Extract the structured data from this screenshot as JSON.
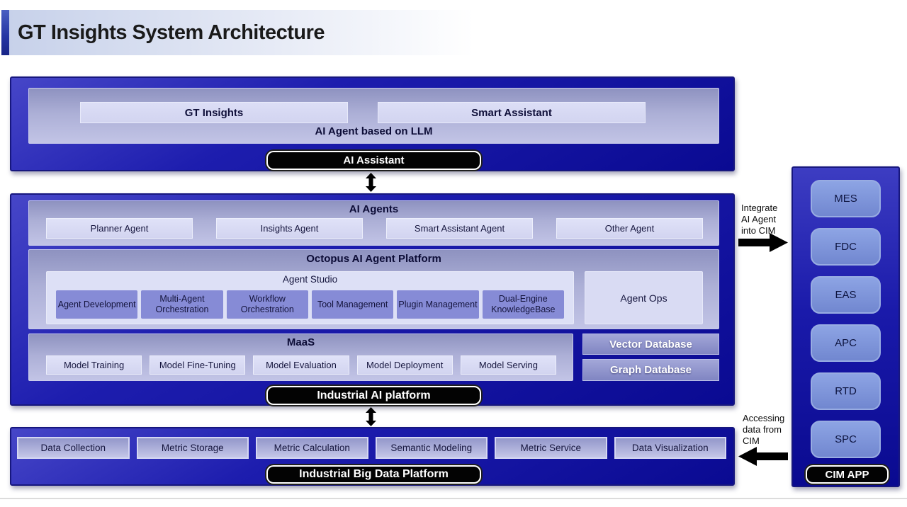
{
  "page": {
    "title": "GT Insights System Architecture"
  },
  "colors": {
    "layer_blue_top": "#4646c8",
    "layer_blue_bottom": "#0a0a92",
    "panel_purple": "#a9acd4",
    "light_item": "#d8daf4",
    "medium_purple_item": "#868bd6",
    "cim_item_blue": "#7f96da",
    "pill_black": "#030303",
    "pill_text": "#ffffff"
  },
  "layer_ai_assistant": {
    "apps": [
      "GT Insights",
      "Smart Assistant"
    ],
    "caption": "AI Agent based on LLM",
    "pill": "AI Assistant"
  },
  "layer_ai_platform": {
    "ai_agents": {
      "title": "AI Agents",
      "items": [
        "Planner Agent",
        "Insights Agent",
        "Smart Assistant Agent",
        "Other Agent"
      ]
    },
    "octopus": {
      "title": "Octopus AI Agent Platform",
      "agent_studio": {
        "title": "Agent Studio",
        "items": [
          "Agent Development",
          "Multi-Agent Orchestration",
          "Workflow Orchestration",
          "Tool Management",
          "Plugin Management",
          "Dual-Engine KnowledgeBase"
        ]
      },
      "agent_ops": "Agent Ops"
    },
    "maas": {
      "title": "MaaS",
      "items": [
        "Model Training",
        "Model Fine-Tuning",
        "Model Evaluation",
        "Model Deployment",
        "Model Serving"
      ]
    },
    "databases": [
      "Vector Database",
      "Graph Database"
    ],
    "pill": "Industrial AI platform"
  },
  "layer_big_data": {
    "items": [
      "Data Collection",
      "Metric Storage",
      "Metric Calculation",
      "Semantic Modeling",
      "Metric Service",
      "Data Visualization"
    ],
    "pill": "Industrial Big Data Platform"
  },
  "cim": {
    "items": [
      "MES",
      "FDC",
      "EAS",
      "APC",
      "RTD",
      "SPC"
    ],
    "pill": "CIM APP"
  },
  "annotations": {
    "integrate_lines": [
      "Integrate",
      "AI Agent",
      "into CIM"
    ],
    "access_lines": [
      "Accessing",
      "data from",
      "CIM"
    ]
  }
}
